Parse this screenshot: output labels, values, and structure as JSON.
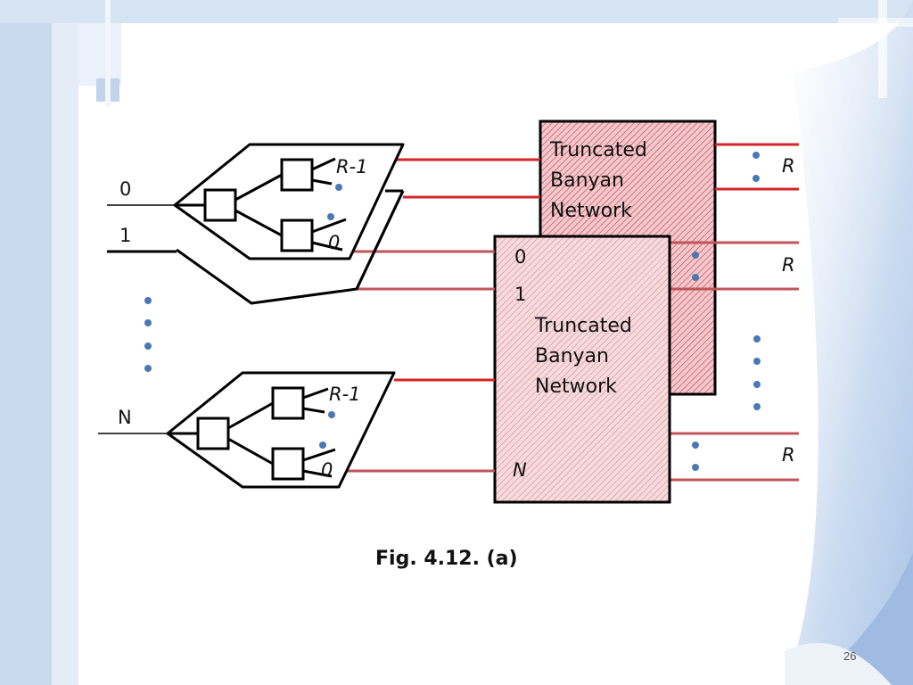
{
  "colors": {
    "box_fill": "#f3c9cd",
    "box_fill_light": "#f4d6d8",
    "hatch": "#c4444d",
    "border": "#000000",
    "wire_red": "#d62428",
    "wire_muted": "#c0555a",
    "dot": "#4a78b5",
    "frame_blue": "#b8cde8"
  },
  "diagram": {
    "back_network_title": [
      "Truncated",
      "Banyan",
      "Network"
    ],
    "front_network_title": [
      "Truncated",
      "Banyan",
      "Network"
    ],
    "front_network_ports": {
      "first": "0",
      "second": "1",
      "last": "N"
    },
    "input_labels": {
      "first": "0",
      "second": "1",
      "last": "N"
    },
    "switch_outputs": {
      "top": "R-1",
      "bottom": "0"
    },
    "output_group_label": "R"
  },
  "caption": "Fig. 4.12. (a)",
  "page_number": "26"
}
